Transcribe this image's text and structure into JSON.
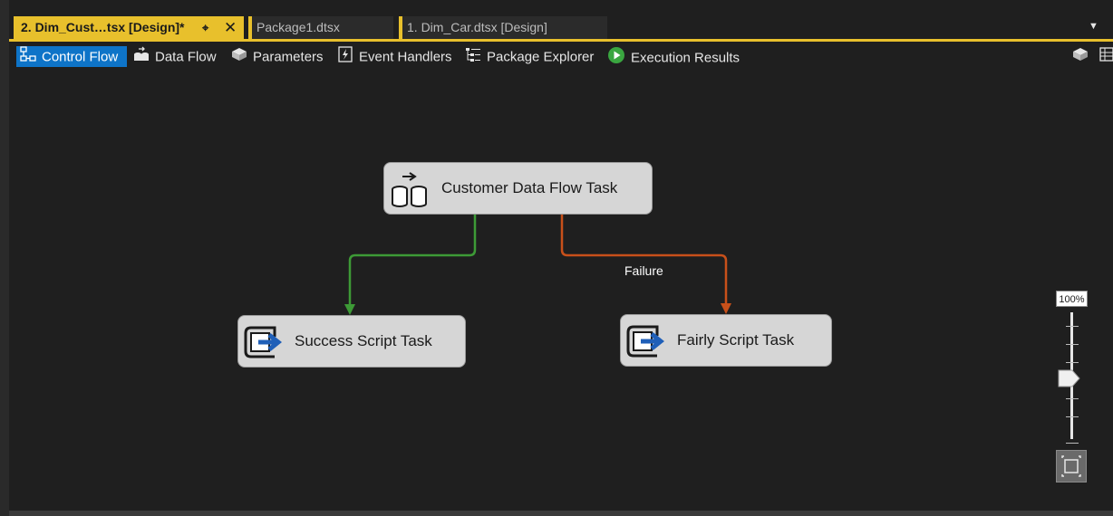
{
  "tabs": [
    {
      "label": "2. Dim_Cust…tsx [Design]*",
      "active": true
    },
    {
      "label": "Package1.dtsx",
      "active": false
    },
    {
      "label": "1. Dim_Car.dtsx [Design]",
      "active": false
    }
  ],
  "tab_actions": {
    "pin_glyph": "⌖",
    "close_glyph": "✕"
  },
  "designer_tabs": {
    "control_flow": "Control Flow",
    "data_flow": "Data Flow",
    "parameters": "Parameters",
    "event_handlers": "Event Handlers",
    "package_explorer": "Package Explorer",
    "execution_results": "Execution Results"
  },
  "tasks": {
    "customer": "Customer Data Flow Task",
    "success": "Success Script Task",
    "fairly": "Fairly Script Task"
  },
  "constraints": {
    "failure_label": "Failure",
    "success_color": "#3d9a36",
    "failure_color": "#c8501a"
  },
  "zoom": {
    "label": "100%",
    "value": 100
  },
  "colors": {
    "accent": "#e8c02c",
    "active_toolbar": "#0e74c8"
  }
}
